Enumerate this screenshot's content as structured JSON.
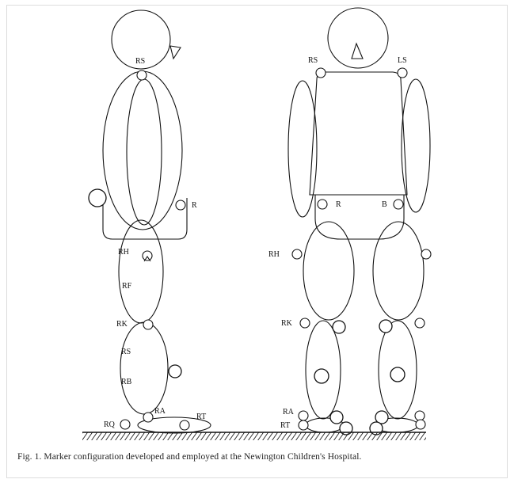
{
  "figure": {
    "caption": "Fig. 1. Marker configuration developed and employed at the Newington Children's Hospital.",
    "side_view_labels": {
      "rs": "RS",
      "r": "R",
      "rh": "RH",
      "rf": "RF",
      "rk": "RK",
      "rs2": "RS",
      "rb": "RB",
      "ra": "RA",
      "rq": "RQ",
      "rt": "RT"
    },
    "front_view_labels": {
      "rs": "RS",
      "ls": "LS",
      "r": "R",
      "b": "B",
      "rh": "RH",
      "rk": "RK",
      "ra": "RA",
      "rt": "RT"
    }
  }
}
